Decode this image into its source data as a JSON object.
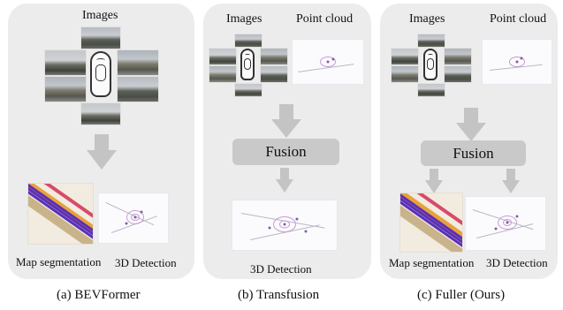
{
  "panels": [
    {
      "input_label": "Images",
      "outputs": [
        "Map segmentation",
        "3D Detection"
      ],
      "caption": "(a) BEVFormer"
    },
    {
      "input_labels": [
        "Images",
        "Point cloud"
      ],
      "fusion_label": "Fusion",
      "output": "3D Detection",
      "caption": "(b) Transfusion"
    },
    {
      "input_labels": [
        "Images",
        "Point cloud"
      ],
      "fusion_label": "Fusion",
      "outputs": [
        "Map segmentation",
        "3D Detection"
      ],
      "caption": "(c) Fuller (Ours)"
    }
  ],
  "colors": {
    "panel_bg": "#ececec",
    "arrow": "#c4c4c4",
    "fusion_box": "#c9c9c9",
    "map_lanes": [
      "#5a2fb8",
      "#e8a13a",
      "#d84a6a",
      "#c9b38a"
    ],
    "point_cloud": "#8a5aa8"
  },
  "icons": [
    "car-icon",
    "camera-photo",
    "point-cloud-plot",
    "map-segmentation-plot"
  ]
}
